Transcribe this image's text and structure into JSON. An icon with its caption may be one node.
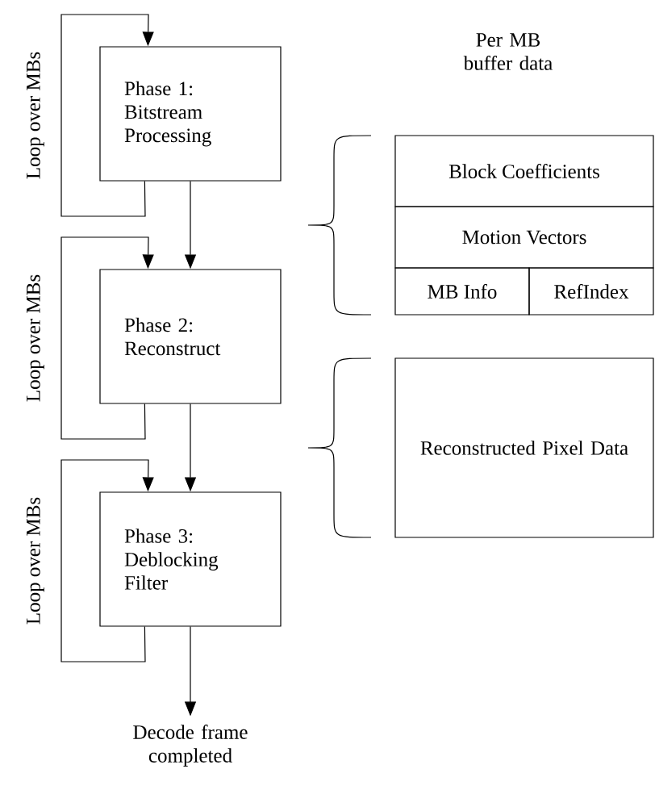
{
  "diagram": {
    "nodes": [
      {
        "text": [
          "Phase 1: Bitstream Processing"
        ]
      },
      {
        "text": [
          "Phase 2: Reconstruct"
        ]
      },
      {
        "text": [
          "Phase 3: Deblocking Filter"
        ]
      },
      {
        "text": [
          "Decode frame completed"
        ]
      },
      {
        "text": [
          "Block Coefficients"
        ]
      },
      {
        "text": [
          "Motion Vectors"
        ]
      },
      {
        "text": [
          "MB Info"
        ]
      },
      {
        "text": [
          "RefIndex"
        ]
      },
      {
        "text": [
          "Reconstructed Pixel Data"
        ]
      }
    ],
    "edges": [
      {
        "from": 0,
        "to": 0,
        "arrow": "to",
        "label": "Loop over MBs"
      },
      {
        "from": 0,
        "to": 1,
        "arrow": "to"
      },
      {
        "from": 1,
        "to": 1,
        "arrow": "to",
        "label": "Loop over MBs"
      },
      {
        "from": 1,
        "to": 2,
        "arrow": "to"
      },
      {
        "from": 2,
        "to": 2,
        "arrow": "to",
        "label": "Loop over MBs"
      },
      {
        "from": 2,
        "to": 3,
        "arrow": "to"
      }
    ],
    "labels": [
      "Per MB buffer data"
    ]
  }
}
